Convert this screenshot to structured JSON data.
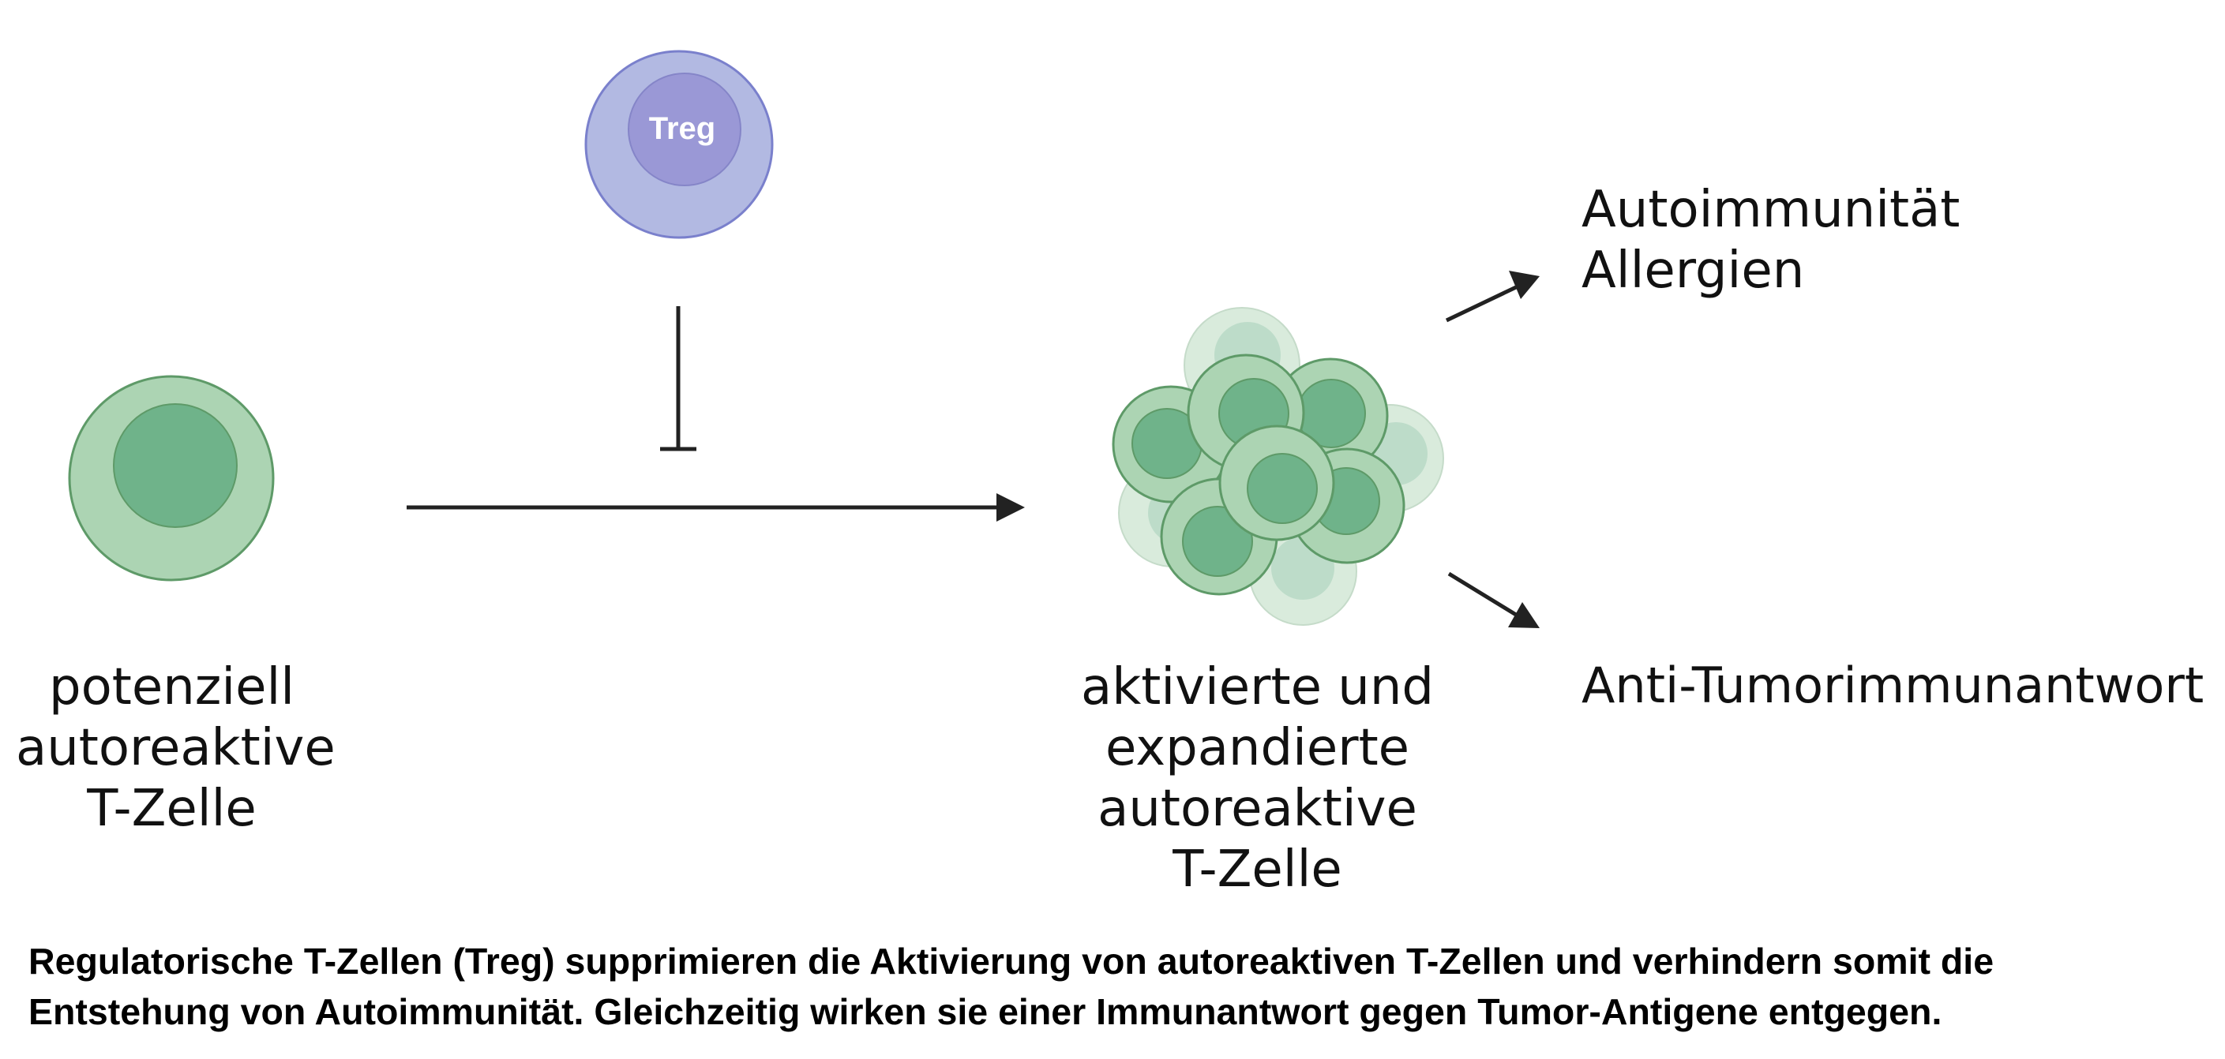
{
  "treg": {
    "label": "Treg"
  },
  "left_cell": {
    "label_lines": [
      "potenziell",
      "autoreaktive",
      "T-Zelle"
    ]
  },
  "cluster": {
    "label_lines": [
      "aktivierte und",
      "expandierte",
      "autoreaktive",
      "T-Zelle"
    ]
  },
  "outcomes": {
    "top_lines": [
      "Autoimmunität",
      "Allergien"
    ],
    "bottom": "Anti-Tumorimmunantwort"
  },
  "caption": {
    "lines": [
      "Regulatorische T-Zellen (Treg) supprimieren die Aktivierung von autoreaktiven T-Zellen und verhindern somit die",
      "Entstehung von Autoimmunität. Gleichzeitig wirken sie einer Immunantwort gegen Tumor-Antigene entgegen."
    ]
  },
  "colors": {
    "cell_outer_fill": "#acd4b3",
    "cell_outer_stroke": "#5e9a68",
    "cell_nucleus": "#6fb38a",
    "treg_outer_fill": "#b2b9e2",
    "treg_outer_stroke": "#7a80cc",
    "treg_nucleus": "#9a98d6",
    "arrow": "#222222",
    "caption": "#000000"
  }
}
